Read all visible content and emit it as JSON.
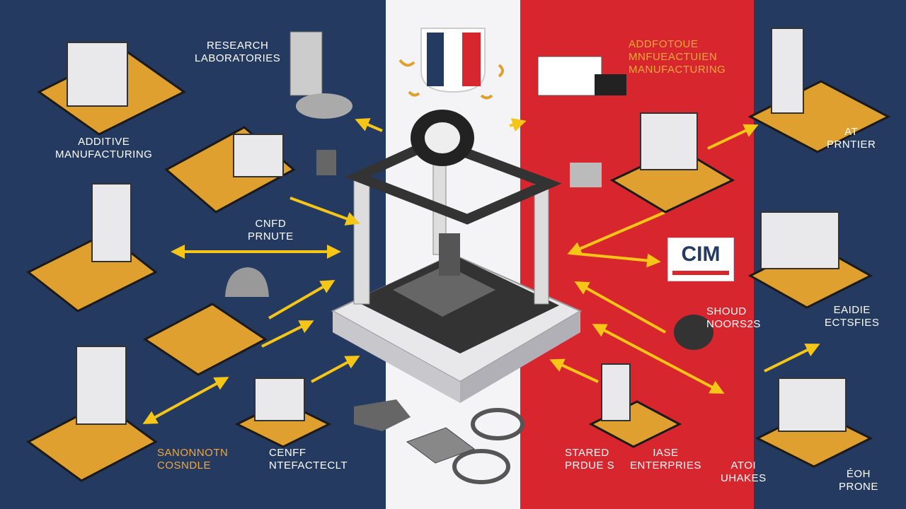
{
  "labels": {
    "research": "RESEARCH\nLABORATORIES",
    "additive": "ADDITIVE\nMANUFACTURING",
    "addfotoue": "ADDFOTOUE\nMNFUEACTUIEN\nMANUFACTURING",
    "at_printer": "AT\nPRNTIER",
    "cned": "CNFD\nPRNUTE",
    "shoud": "SHOUD\nNOORS2S",
    "eadie": "EAIDIE\nECTSFIES",
    "sanonnotn": "SANONNOTN\nCOSNDLE",
    "cenff": "CENFF\nNTEFACTECLT",
    "stared": "STARED\nPRDUE S",
    "iase": "IASE\nENTERPRIES",
    "atoi": "ATOI\nUHAKES",
    "eoh": "ÉOH\nPRONE"
  },
  "logo": {
    "text": "CIM"
  },
  "colors": {
    "navy": "#243a60",
    "white": "#f4f4f6",
    "red": "#d8262e",
    "arrow": "#f5c518",
    "orange_base": "#e0a030"
  }
}
